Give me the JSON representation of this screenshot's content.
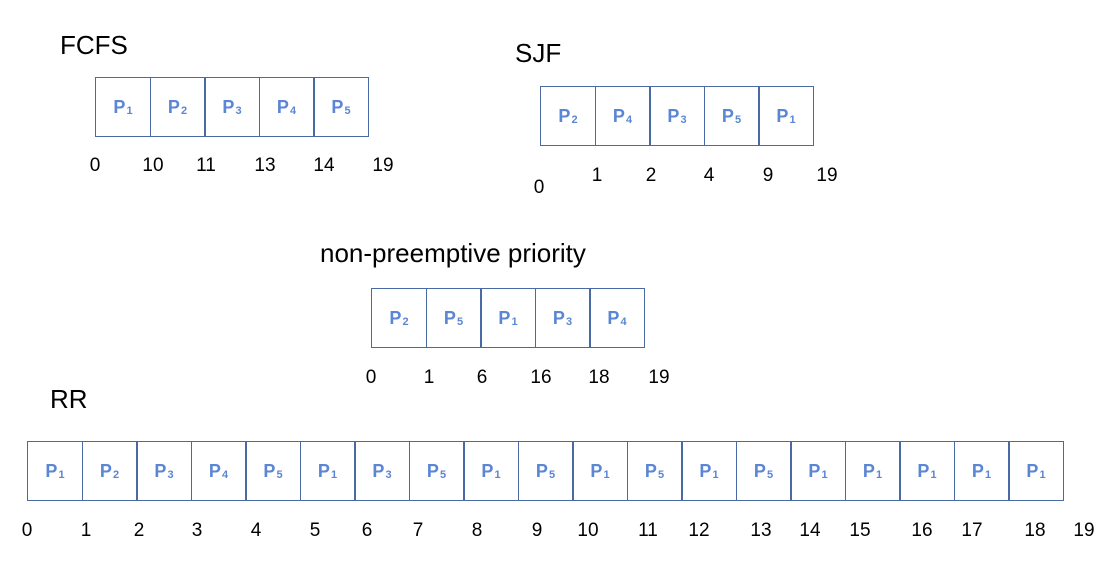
{
  "diagrams": [
    {
      "id": "fcfs",
      "title": "FCFS",
      "cells": [
        "1",
        "2",
        "3",
        "4",
        "5"
      ],
      "ticks": [
        "0",
        "10",
        "11",
        "13",
        "14",
        "19"
      ]
    },
    {
      "id": "sjf",
      "title": "SJF",
      "cells": [
        "2",
        "4",
        "3",
        "5",
        "1"
      ],
      "ticks": [
        "0",
        "1",
        "2",
        "4",
        "9",
        "19"
      ]
    },
    {
      "id": "priority",
      "title": "non-preemptive priority",
      "cells": [
        "2",
        "5",
        "1",
        "3",
        "4"
      ],
      "ticks": [
        "0",
        "1",
        "6",
        "16",
        "18",
        "19"
      ]
    },
    {
      "id": "rr",
      "title": "RR",
      "cells": [
        "1",
        "2",
        "3",
        "4",
        "5",
        "1",
        "3",
        "5",
        "1",
        "5",
        "1",
        "5",
        "1",
        "5",
        "1",
        "1",
        "1",
        "1",
        "1"
      ],
      "ticks": [
        "0",
        "1",
        "2",
        "3",
        "4",
        "5",
        "6",
        "7",
        "8",
        "9",
        "10",
        "11",
        "12",
        "13",
        "14",
        "15",
        "16",
        "17",
        "18",
        "19"
      ]
    }
  ],
  "process_prefix": "P",
  "colors": {
    "cell_border": "#4a6aa4",
    "cell_text": "#5b86d4"
  }
}
